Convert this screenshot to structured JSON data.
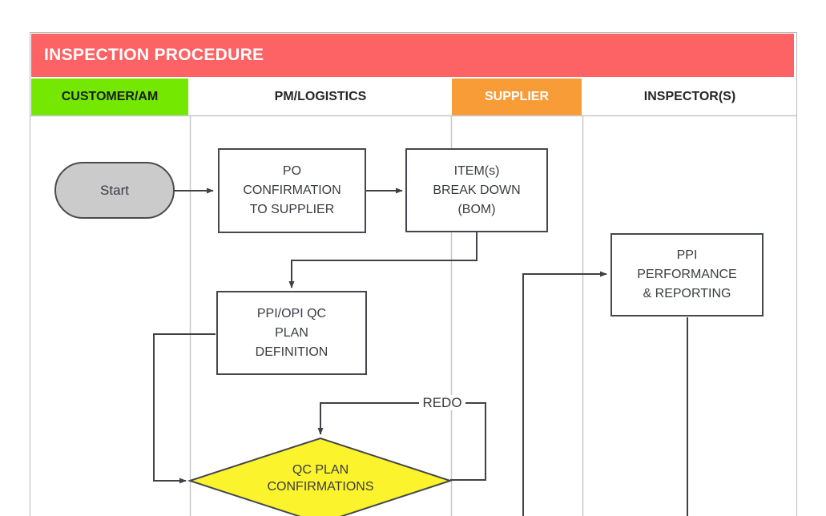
{
  "title": {
    "text": "INSPECTION PROCEDURE"
  },
  "lanes": [
    {
      "label": "CUSTOMER/AM",
      "bg": "#74E800",
      "text_color": "#1C1C1C"
    },
    {
      "label": "PM/LOGISTICS",
      "bg": "#FFFFFF",
      "text_color": "#262626"
    },
    {
      "label": "SUPPLIER",
      "bg": "#F89C38",
      "text_color": "#FFFFFF"
    },
    {
      "label": "INSPECTOR(S)",
      "bg": "#FFFFFF",
      "text_color": "#262626"
    }
  ],
  "nodes": {
    "start": {
      "label": "Start",
      "shape": "terminator",
      "fill": "#CBCBCB"
    },
    "po_confirmation": {
      "lines": [
        "PO",
        "CONFIRMATION",
        "TO SUPPLIER"
      ],
      "shape": "process",
      "fill": "#FFFFFF"
    },
    "item_breakdown": {
      "lines": [
        "ITEM(s)",
        "BREAK DOWN",
        "(BOM)"
      ],
      "shape": "process",
      "fill": "#FFFFFF"
    },
    "ppi_performance": {
      "lines": [
        "PPI",
        "PERFORMANCE",
        "& REPORTING"
      ],
      "shape": "process",
      "fill": "#FFFFFF"
    },
    "qc_plan_definition": {
      "lines": [
        "PPI/OPI QC",
        "PLAN",
        "DEFINITION"
      ],
      "shape": "process",
      "fill": "#FFFFFF"
    },
    "qc_plan_confirmations": {
      "lines": [
        "QC PLAN",
        "CONFIRMATIONS"
      ],
      "shape": "decision",
      "fill": "#FBF32B"
    }
  },
  "edges": {
    "redo_label": "REDO"
  },
  "colors": {
    "title_bg": "#FD6365",
    "title_text": "#FFFFFF",
    "connector": "#3F4147",
    "lane_line": "#C8C8C8",
    "node_border": "#45474E",
    "node_text": "#3A3C42",
    "decision_fill": "#FBF32B",
    "terminator_fill": "#CBCBCB"
  }
}
